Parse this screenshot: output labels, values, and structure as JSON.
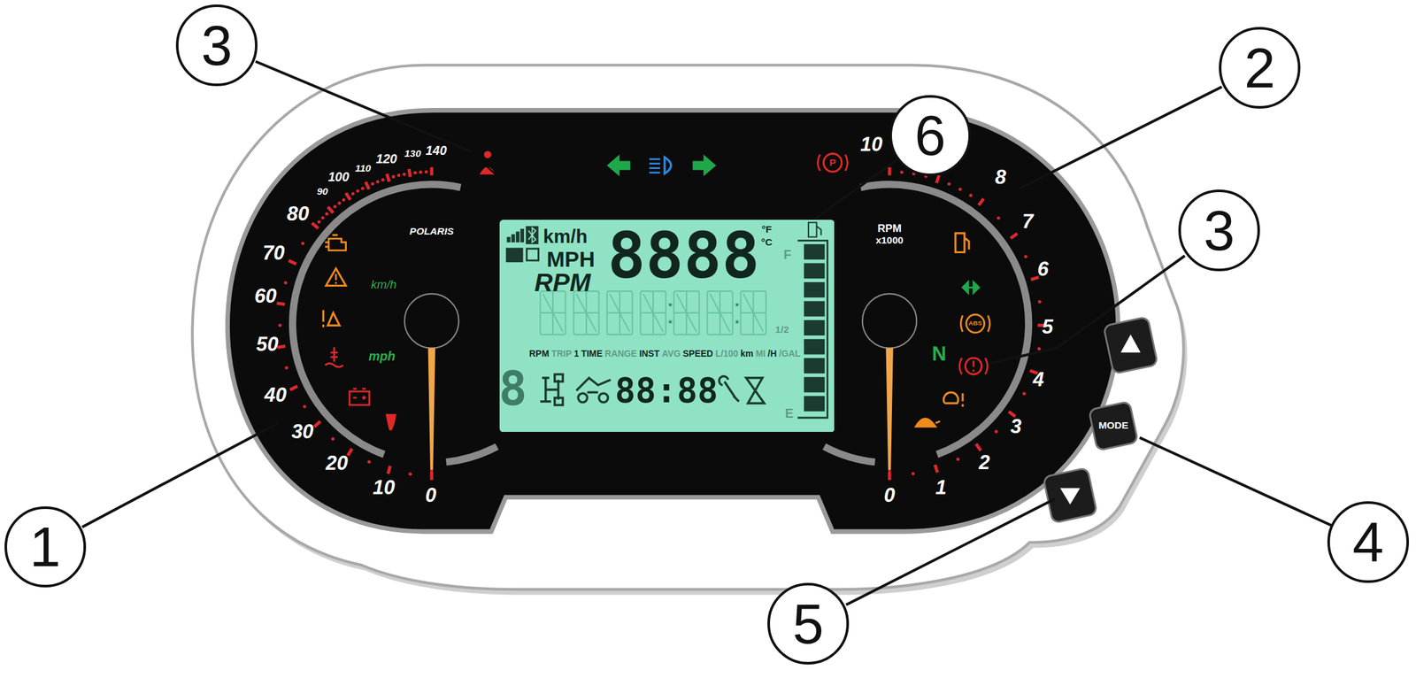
{
  "diagram": {
    "nodes": [
      {
        "text": [
          "3"
        ]
      },
      {
        "text": [
          "6"
        ]
      },
      {
        "text": [
          "2"
        ]
      },
      {
        "text": [
          "km/h",
          "MPH",
          "RPM",
          "8888",
          "°F",
          "°C",
          "RPM",
          "TRIP",
          "1",
          "TIME",
          "RANGE",
          "INST",
          "AVG",
          "SPEED",
          "L/100",
          "km",
          "MI",
          "/H",
          "/GAL",
          "8",
          "88:88",
          "F",
          "1/2",
          "E"
        ]
      },
      {
        "text": [
          "3"
        ]
      },
      {
        "text": [
          "MODE"
        ]
      },
      {
        "text": [
          "4"
        ]
      },
      {
        "text": [
          "1"
        ]
      },
      {
        "text": [
          "5"
        ]
      }
    ],
    "edges": [
      {
        "from": 1,
        "to": 3,
        "arrow": "none"
      },
      {
        "from": 6,
        "to": 5,
        "arrow": "none"
      }
    ],
    "labels": [
      "0",
      "10",
      "20",
      "30",
      "40",
      "50",
      "60",
      "70",
      "80",
      "90",
      "100",
      "110",
      "120",
      "130",
      "140",
      "POLARIS",
      "km/h",
      "mph",
      "RPM",
      "x1000",
      "0",
      "1",
      "2",
      "3",
      "4",
      "5",
      "6",
      "7",
      "8",
      "10",
      "P",
      "ABS",
      "N"
    ]
  }
}
